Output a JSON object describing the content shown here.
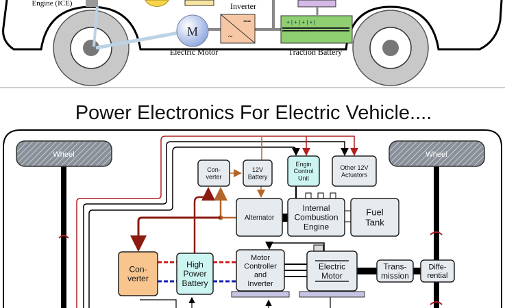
{
  "top_illustration": {
    "engine_label": "Engine (ICE)",
    "inverter_label": "Inverter",
    "motor_symbol": "M",
    "motor_label": "Electric Motor",
    "battery_label": "Traction Battery"
  },
  "title": "Power Electronics For Electric Vehicle....",
  "blocks": {
    "wheel_left": "Wheel",
    "wheel_right": "Wheel",
    "converter_small": [
      "Con-",
      "verter"
    ],
    "battery_12v": [
      "12V",
      "Battery"
    ],
    "ecu": [
      "Engin",
      "Control",
      "Unit"
    ],
    "actuators": [
      "Other 12V",
      "Actuators"
    ],
    "alternator": "Alternator",
    "ice": [
      "Internal",
      "Combustion",
      "Engine"
    ],
    "fuel_tank": [
      "Fuel",
      "Tank"
    ],
    "converter_main": [
      "Con-",
      "verter"
    ],
    "hp_battery": [
      "High",
      "Power",
      "Battery"
    ],
    "motor_controller": [
      "Motor",
      "Controller",
      "and",
      "Inverter"
    ],
    "electric_motor": [
      "Electric",
      "Motor"
    ],
    "transmission": [
      "Trans-",
      "mission"
    ],
    "differential": [
      "Diffe-",
      "rential"
    ]
  },
  "colors": {
    "cyan_block": "#ccf5f2",
    "gray_block": "#e6ebf0",
    "orange_block": "#f9c58f",
    "dark_red_wire": "#8b1a10",
    "brown_wire": "#b4652a",
    "red_wire": "#d01818",
    "blue_wire": "#1020b0"
  }
}
